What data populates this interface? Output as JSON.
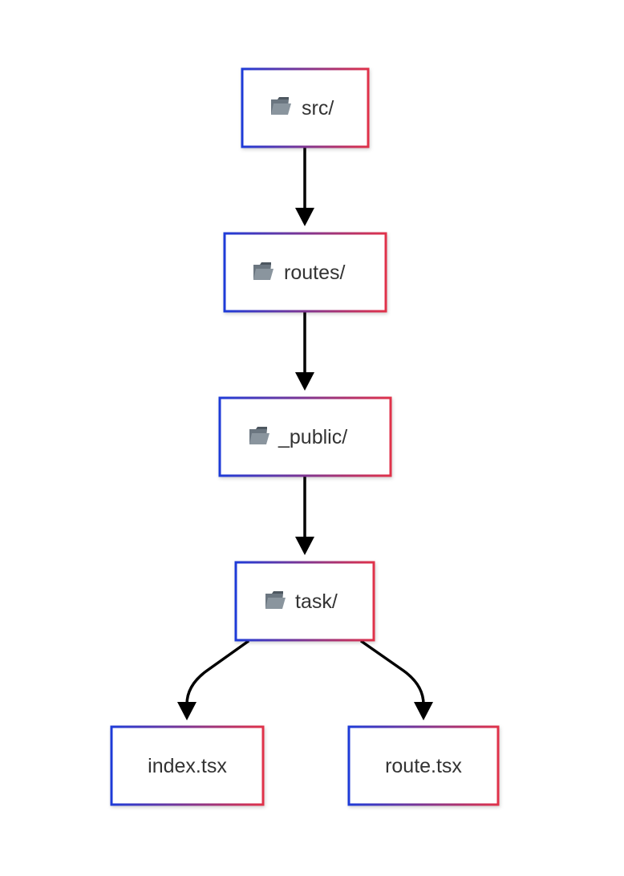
{
  "diagram": {
    "type": "tree",
    "colors": {
      "border_start": "#1f3bd8",
      "border_end": "#e0304a",
      "edge": "#000000",
      "folder_icon": "#5a6670",
      "text": "#333333"
    },
    "nodes": [
      {
        "id": "src",
        "label": "src/",
        "icon": "folder-icon"
      },
      {
        "id": "routes",
        "label": "routes/",
        "icon": "folder-icon"
      },
      {
        "id": "public",
        "label": "_public/",
        "icon": "folder-icon"
      },
      {
        "id": "task",
        "label": "task/",
        "icon": "folder-icon"
      },
      {
        "id": "index",
        "label": "index.tsx",
        "icon": ""
      },
      {
        "id": "route",
        "label": "route.tsx",
        "icon": ""
      }
    ],
    "edges": [
      {
        "from": "src",
        "to": "routes"
      },
      {
        "from": "routes",
        "to": "public"
      },
      {
        "from": "public",
        "to": "task"
      },
      {
        "from": "task",
        "to": "index"
      },
      {
        "from": "task",
        "to": "route"
      }
    ]
  }
}
